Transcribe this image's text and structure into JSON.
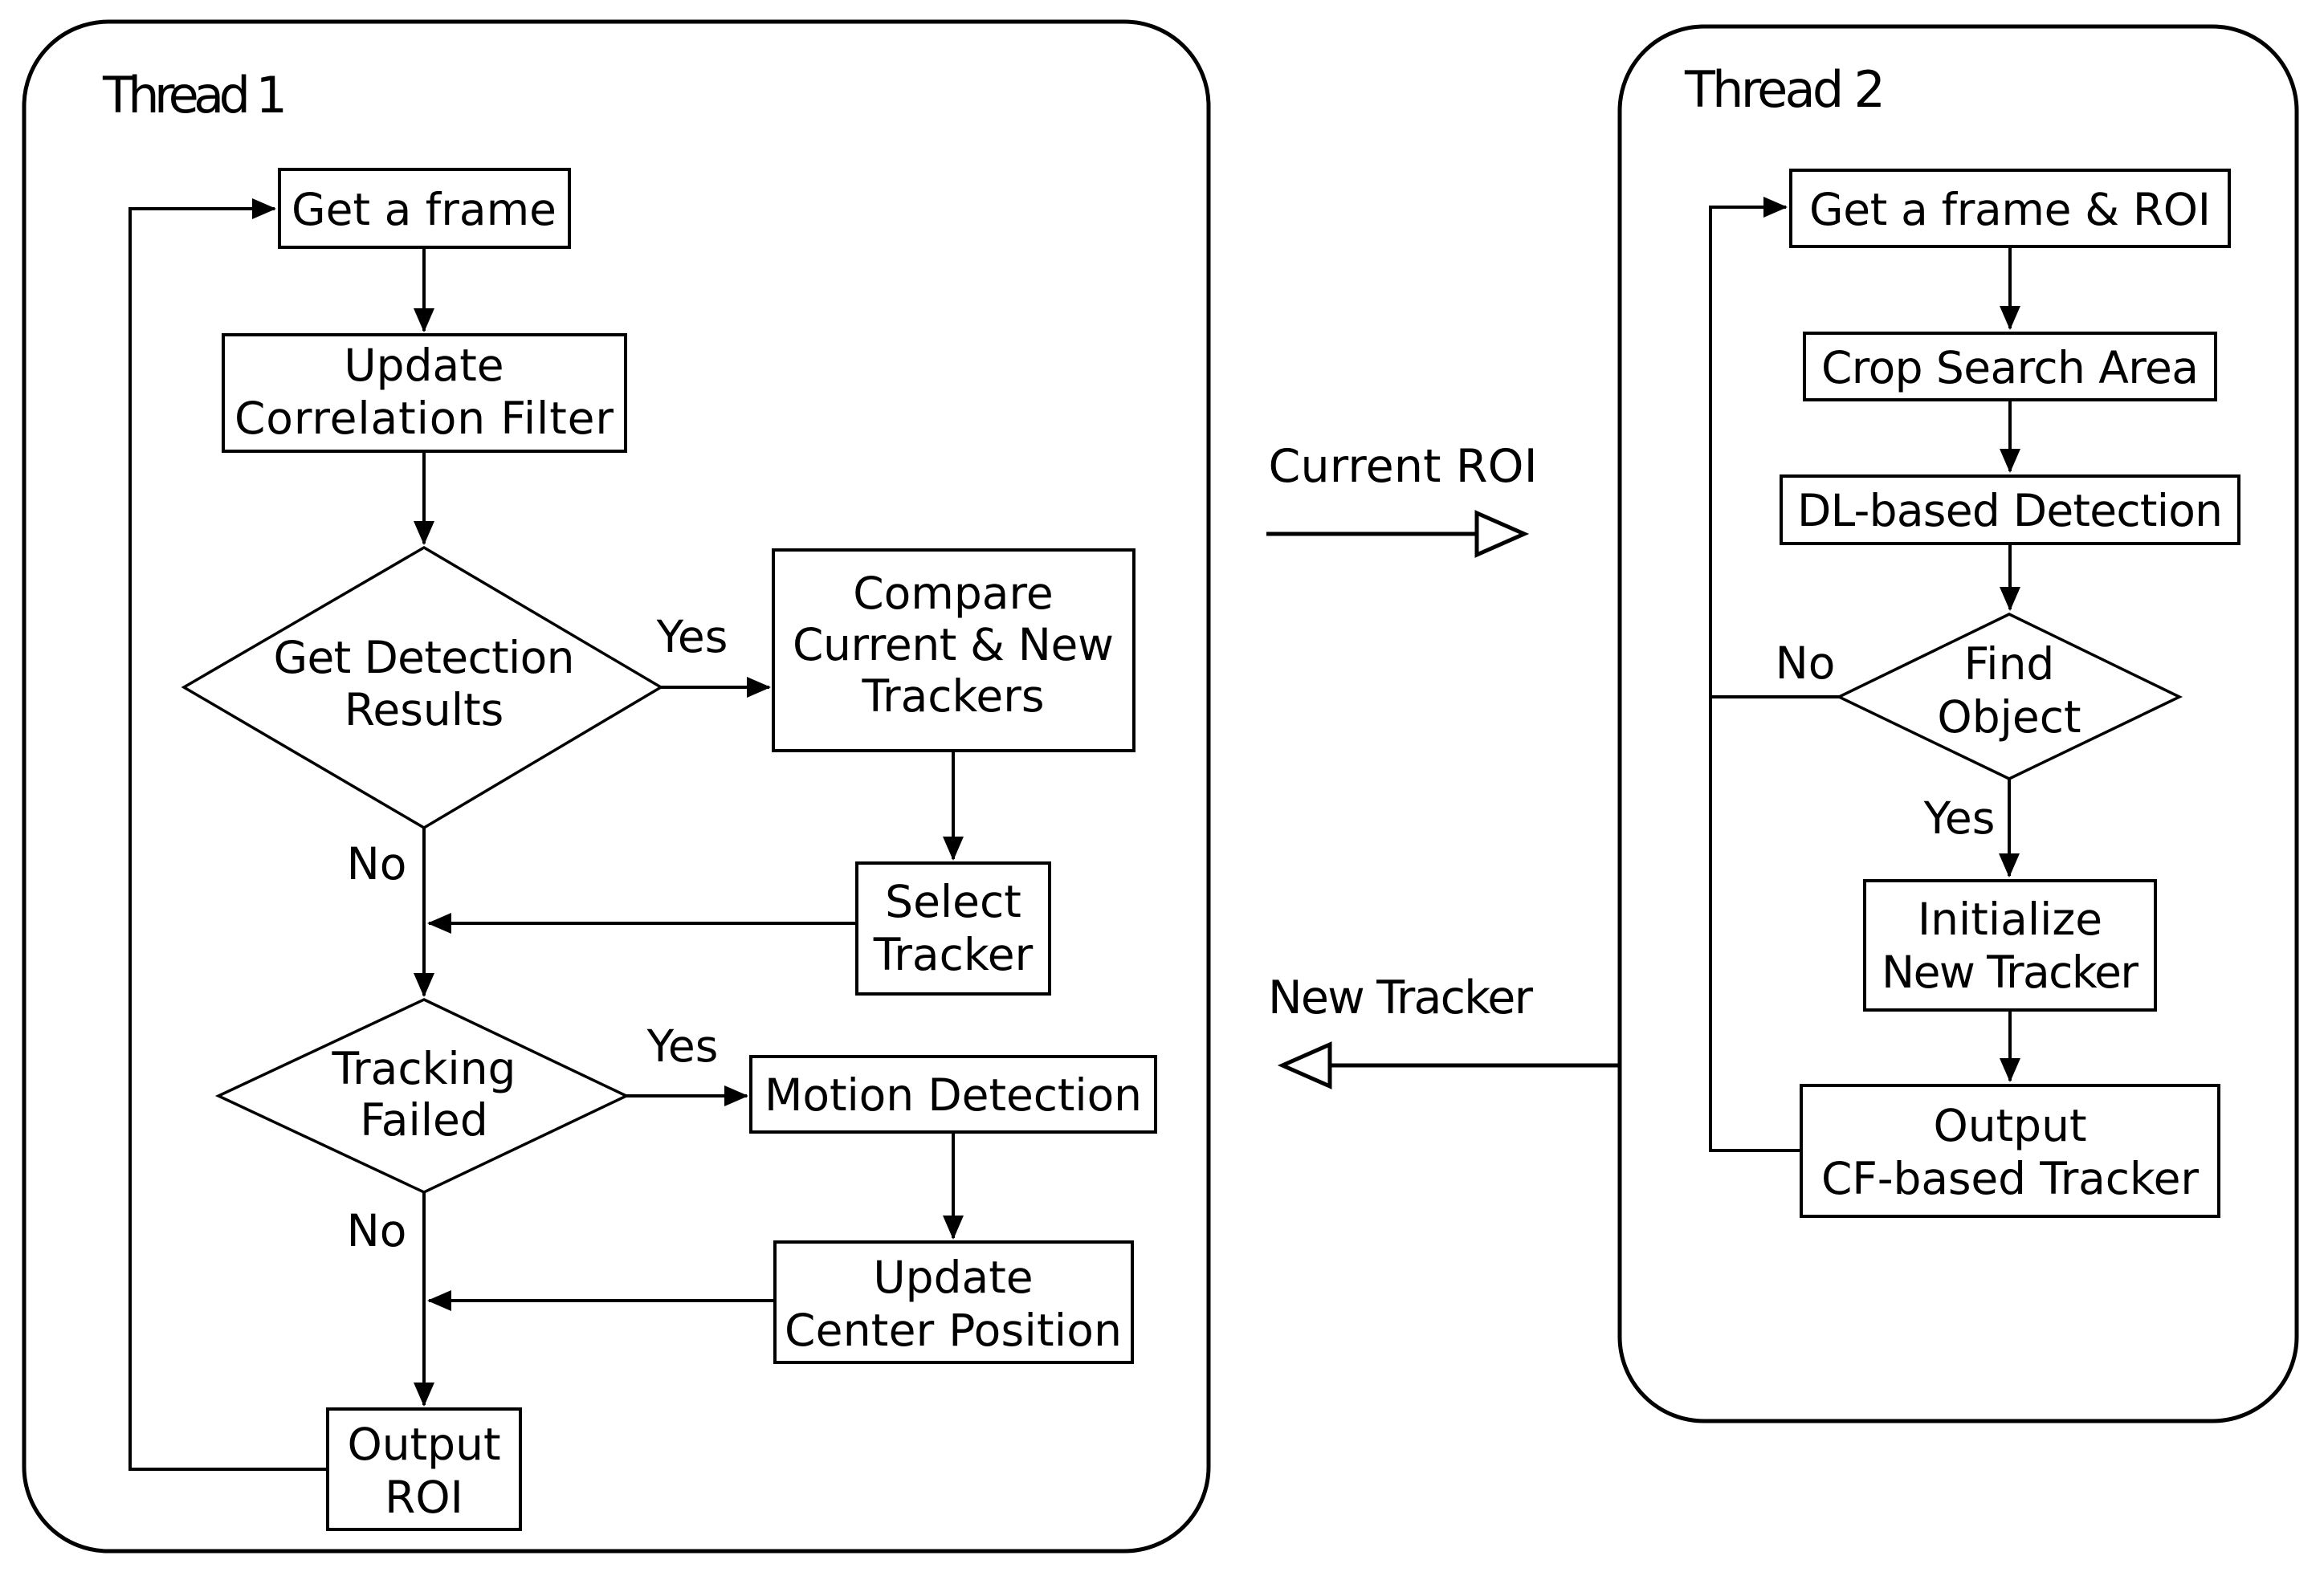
{
  "diagram": {
    "thread1": {
      "label": "Thread 1",
      "nodes": {
        "get_frame": {
          "text": "Get a frame"
        },
        "update_cf": {
          "l1": "Update",
          "l2": "Correlation Filter"
        },
        "get_detection": {
          "l1": "Get Detection",
          "l2": "Results"
        },
        "compare": {
          "l1": "Compare",
          "l2": "Current & New",
          "l3": "Trackers"
        },
        "select_tracker": {
          "l1": "Select",
          "l2": "Tracker"
        },
        "tracking_failed": {
          "l1": "Tracking",
          "l2": "Failed"
        },
        "motion_detection": {
          "text": "Motion Detection"
        },
        "update_center": {
          "l1": "Update",
          "l2": "Center Position"
        },
        "output_roi": {
          "l1": "Output",
          "l2": "ROI"
        }
      },
      "branches": {
        "detection_yes": "Yes",
        "detection_no": "No",
        "failed_yes": "Yes",
        "failed_no": "No"
      }
    },
    "thread2": {
      "label": "Thread 2",
      "nodes": {
        "get_frame_roi": {
          "text": "Get a frame & ROI"
        },
        "crop_search": {
          "text": "Crop Search Area"
        },
        "dl_detection": {
          "text": "DL-based Detection"
        },
        "find_object": {
          "l1": "Find",
          "l2": "Object"
        },
        "initialize_tracker": {
          "l1": "Initialize",
          "l2": "New Tracker"
        },
        "output_cf": {
          "l1": "Output",
          "l2": "CF-based Tracker"
        }
      },
      "branches": {
        "find_no": "No",
        "find_yes": "Yes"
      }
    },
    "channels": {
      "to_thread2": "Current ROI",
      "to_thread1": "New Tracker"
    },
    "colors": {
      "ink": "#000000",
      "paper": "#ffffff"
    }
  }
}
